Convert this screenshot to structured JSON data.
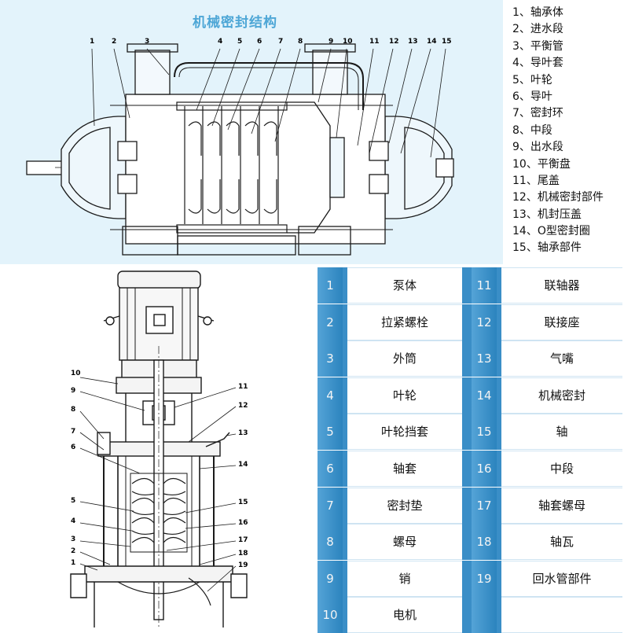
{
  "top": {
    "title": "机械密封结构",
    "callouts": [
      "1",
      "2",
      "3",
      "4",
      "5",
      "6",
      "7",
      "8",
      "9",
      "10",
      "11",
      "12",
      "13",
      "14",
      "15"
    ],
    "legend": [
      "1、轴承体",
      "2、进水段",
      "3、平衡管",
      "4、导叶套",
      "5、叶轮",
      "6、导叶",
      "7、密封环",
      "8、中段",
      "9、出水段",
      "10、平衡盘",
      "11、尾盖",
      "12、机械密封部件",
      "13、机封压盖",
      "14、O型密封圈",
      "15、轴承部件"
    ]
  },
  "pump": {
    "left_labels": [
      "10",
      "9",
      "8",
      "7",
      "6",
      "5",
      "4",
      "3",
      "2",
      "1"
    ],
    "right_labels": [
      "11",
      "12",
      "13",
      "14",
      "15",
      "16",
      "17",
      "18",
      "19"
    ]
  },
  "parts": [
    {
      "num": "1",
      "name": "泵体",
      "num2": "11",
      "name2": "联轴器"
    },
    {
      "num": "2",
      "name": "拉紧螺栓",
      "num2": "12",
      "name2": "联接座"
    },
    {
      "num": "3",
      "name": "外筒",
      "num2": "13",
      "name2": "气嘴"
    },
    {
      "num": "4",
      "name": "叶轮",
      "num2": "14",
      "name2": "机械密封"
    },
    {
      "num": "5",
      "name": "叶轮挡套",
      "num2": "15",
      "name2": "轴"
    },
    {
      "num": "6",
      "name": "轴套",
      "num2": "16",
      "name2": "中段"
    },
    {
      "num": "7",
      "name": "密封垫",
      "num2": "17",
      "name2": "轴套螺母"
    },
    {
      "num": "8",
      "name": "螺母",
      "num2": "18",
      "name2": "轴瓦"
    },
    {
      "num": "9",
      "name": "销",
      "num2": "19",
      "name2": "回水管部件"
    },
    {
      "num": "10",
      "name": "电机",
      "num2": "",
      "name2": ""
    }
  ],
  "colors": {
    "accent_blue": "#2f8fce",
    "top_bg": "#e3f3fb",
    "title_blue": "#4da6d6"
  }
}
